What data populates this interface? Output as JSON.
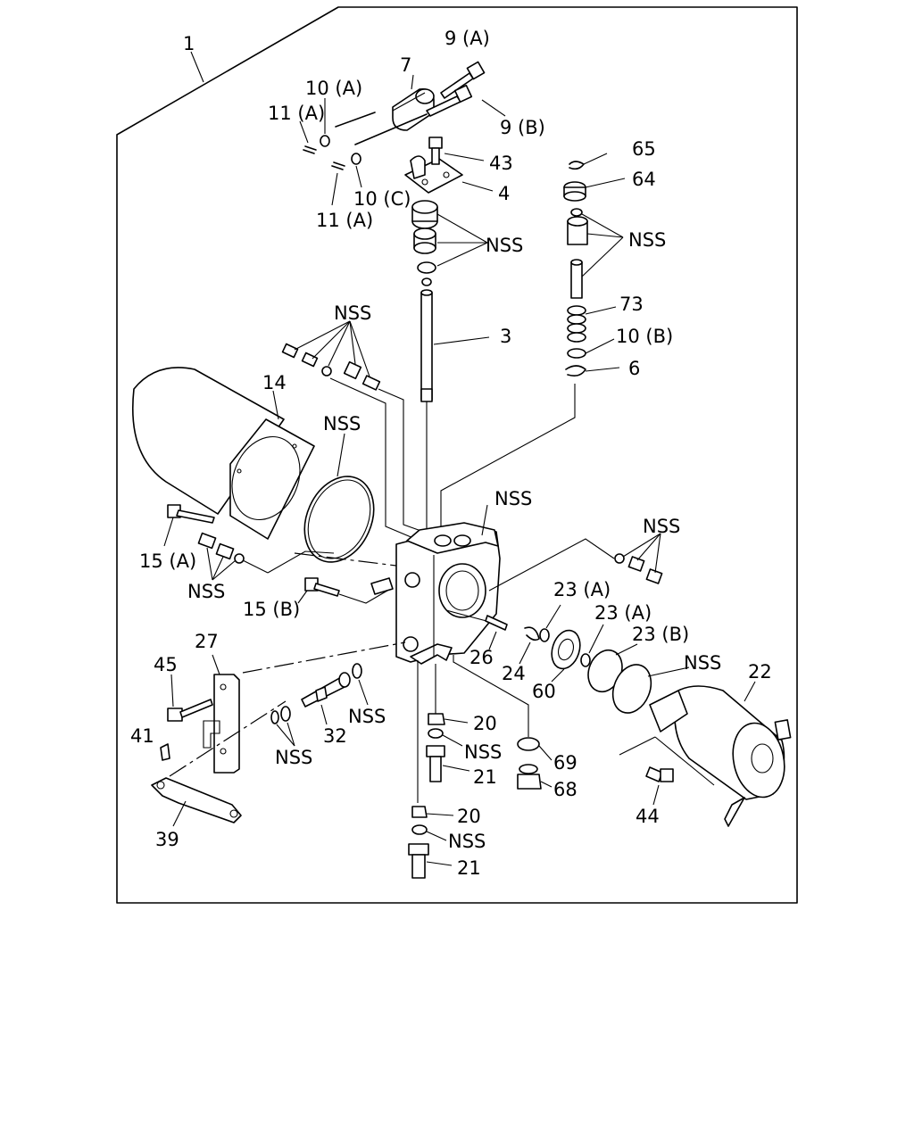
{
  "diagram": {
    "assembly_number": "1",
    "callouts": {
      "c3": "3",
      "c4": "4",
      "c6": "6",
      "c7": "7",
      "c9a": "9 (A)",
      "c9b": "9 (B)",
      "c10a": "10 (A)",
      "c10b": "10 (B)",
      "c10c": "10 (C)",
      "c11a_top": "11 (A)",
      "c11a_bot": "11 (A)",
      "c14": "14",
      "c15a": "15 (A)",
      "c15b": "15 (B)",
      "c20_top": "20",
      "c20_bot": "20",
      "c21_top": "21",
      "c21_bot": "21",
      "c22": "22",
      "c23a_1": "23 (A)",
      "c23a_2": "23 (A)",
      "c23b": "23 (B)",
      "c24": "24",
      "c26": "26",
      "c27": "27",
      "c32": "32",
      "c39": "39",
      "c41": "41",
      "c43": "43",
      "c44": "44",
      "c45": "45",
      "c60": "60",
      "c64": "64",
      "c65": "65",
      "c68": "68",
      "c69": "69",
      "c73": "73",
      "nss_top": "NSS",
      "nss_right_top": "NSS",
      "nss_left_plugs": "NSS",
      "nss_gasket": "NSS",
      "nss_housing": "NSS",
      "nss_left_lower": "NSS",
      "nss_right_plugs": "NSS",
      "nss_motor_ring": "NSS",
      "nss_shaft": "NSS",
      "nss_lever_rings": "NSS",
      "nss_oring_20": "NSS",
      "nss_oring_bottom": "NSS"
    }
  }
}
